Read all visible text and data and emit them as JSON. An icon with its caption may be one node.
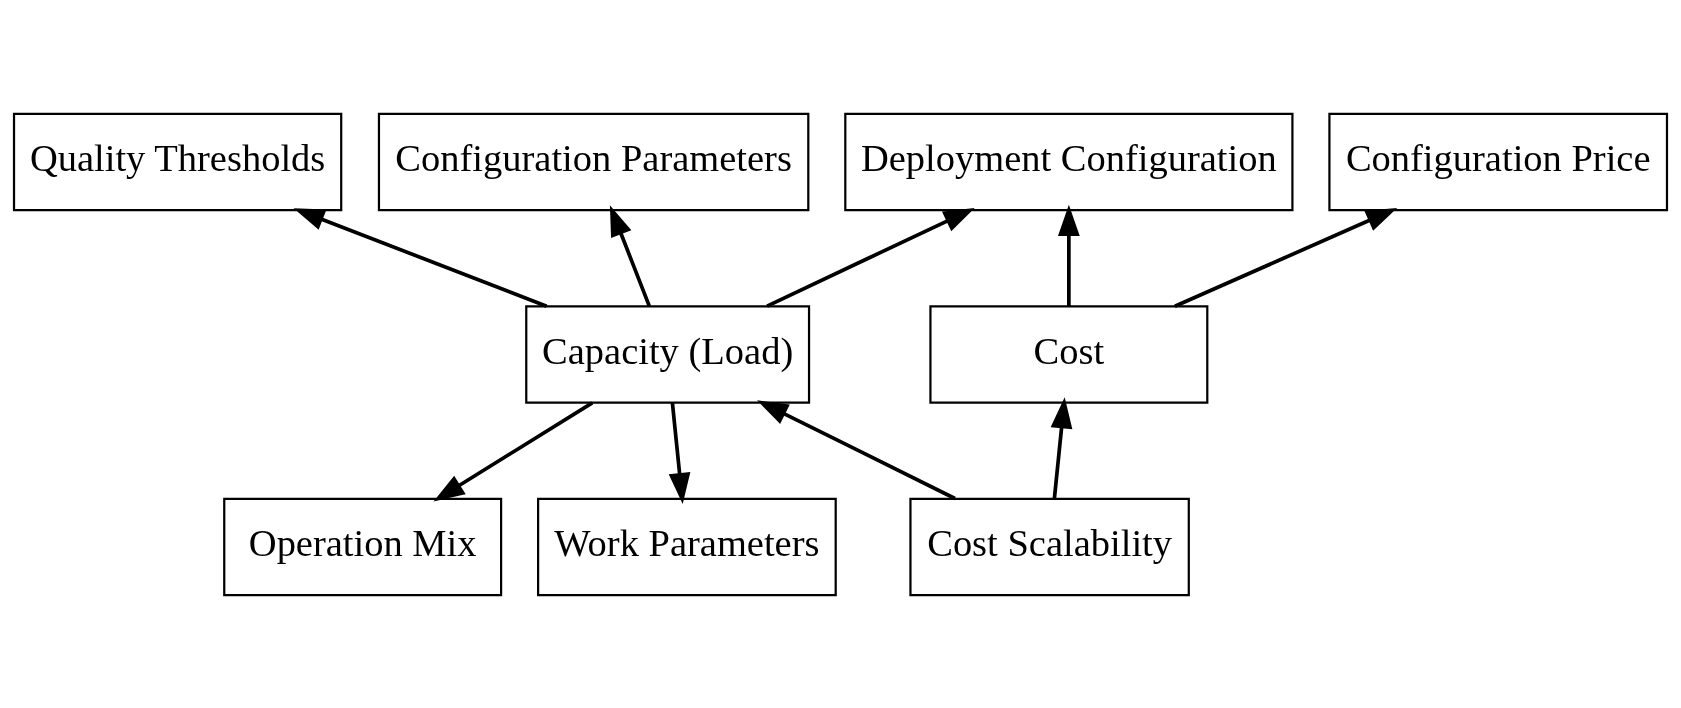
{
  "diagram": {
    "nodes": [
      {
        "text": [
          "Quality Thresholds"
        ]
      },
      {
        "text": [
          "Configuration Parameters"
        ]
      },
      {
        "text": [
          "Deployment Configuration"
        ]
      },
      {
        "text": [
          "Configuration Price"
        ]
      },
      {
        "text": [
          "Capacity (Load)"
        ]
      },
      {
        "text": [
          "Cost"
        ]
      },
      {
        "text": [
          "Operation Mix"
        ]
      },
      {
        "text": [
          "Work Parameters"
        ]
      },
      {
        "text": [
          "Cost Scalability"
        ]
      }
    ],
    "edges": [
      {
        "from": 4,
        "to": 0,
        "arrow": "to"
      },
      {
        "from": 4,
        "to": 1,
        "arrow": "to"
      },
      {
        "from": 4,
        "to": 2,
        "arrow": "to"
      },
      {
        "from": 5,
        "to": 2,
        "arrow": "to"
      },
      {
        "from": 5,
        "to": 3,
        "arrow": "to"
      },
      {
        "from": 4,
        "to": 6,
        "arrow": "to"
      },
      {
        "from": 4,
        "to": 7,
        "arrow": "to"
      },
      {
        "from": 8,
        "to": 4,
        "arrow": "to"
      },
      {
        "from": 8,
        "to": 5,
        "arrow": "to"
      }
    ]
  }
}
